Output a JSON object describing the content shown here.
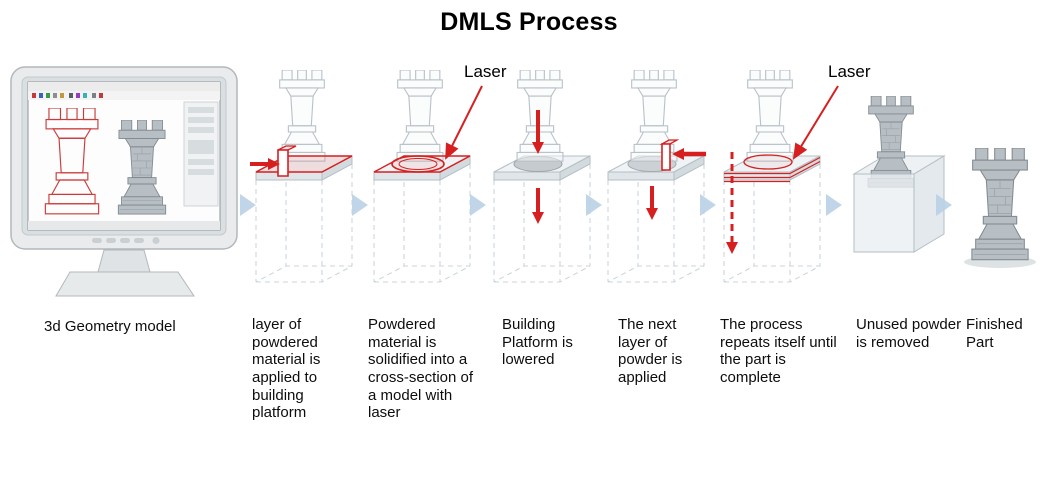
{
  "title": "DMLS Process",
  "accent_colors": {
    "laser_red": "#d61f1f",
    "wireframe_gray": "#b9c2c9",
    "chevron_blue": "#b9d2e6"
  },
  "stages": [
    {
      "id": "geometry-model",
      "caption": "3d Geometry model"
    },
    {
      "id": "powder-applied",
      "caption": "layer of powdered material is applied to building platform"
    },
    {
      "id": "laser-solidify",
      "caption": "Powdered material is solidified into a cross-section of a model with laser",
      "label": "Laser"
    },
    {
      "id": "platform-lowered",
      "caption": "Building Platform is lowered"
    },
    {
      "id": "next-layer",
      "caption": "The next layer of powder is applied"
    },
    {
      "id": "repeat",
      "caption": "The process repeats itself until the part is complete",
      "label": "Laser"
    },
    {
      "id": "powder-removed",
      "caption": "Unused powder is removed"
    },
    {
      "id": "finished",
      "caption": "Finished Part"
    }
  ],
  "icons": [
    "flow-chevron-icon",
    "laser-arrow-icon",
    "powder-arrow-icon",
    "lower-arrow-icon",
    "repeat-dashed-arrow-icon"
  ]
}
